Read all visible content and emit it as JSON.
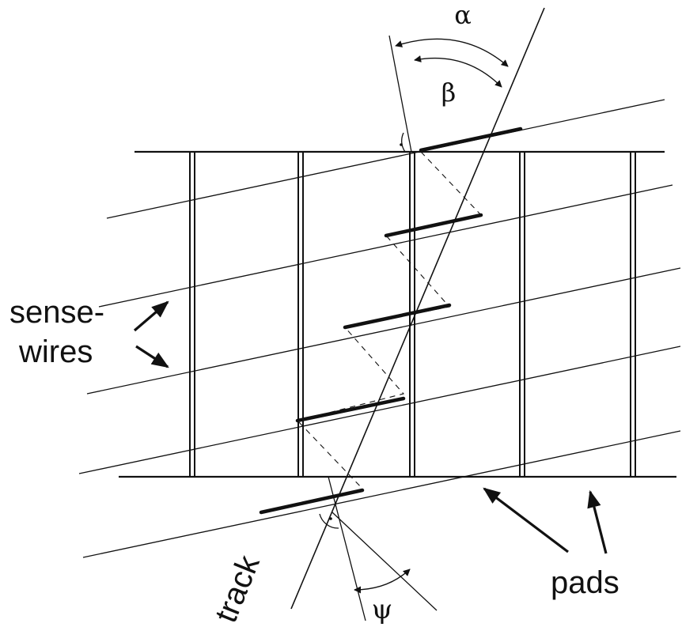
{
  "labels": {
    "alpha": "α",
    "beta": "β",
    "psi": "ψ",
    "sense_line1": "sense-",
    "sense_line2": "wires",
    "track": "track",
    "pads": "pads"
  },
  "colors": {
    "ink": "#111111",
    "background": "#ffffff"
  }
}
